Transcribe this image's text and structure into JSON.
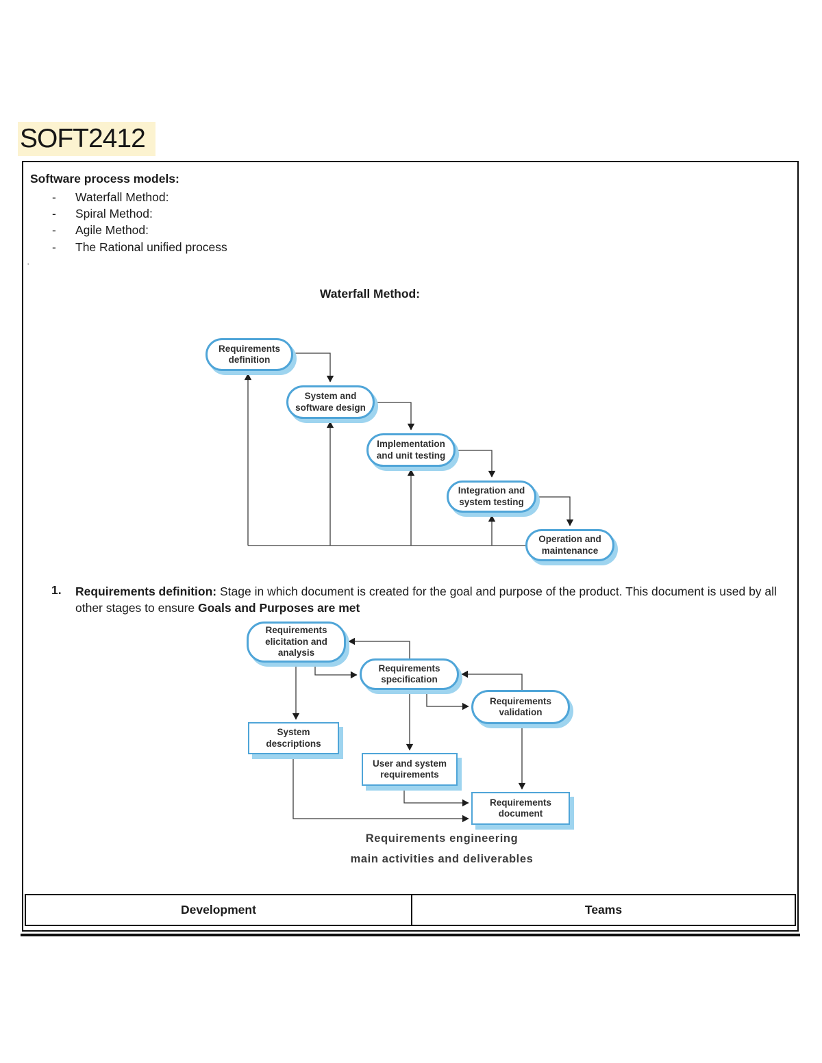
{
  "header": {
    "course_code": "SOFT2412",
    "highlight_color": "#fcf3d0"
  },
  "notes": {
    "heading": "Software process models:",
    "bullet_char": "-",
    "bullets": [
      "Waterfall Method:",
      "Spiral Method:",
      "Agile Method:",
      "The Rational unified process"
    ],
    "stray_mark": "'"
  },
  "waterfall": {
    "title": "Waterfall Method:",
    "stages": [
      "Requirements definition",
      "System and software design",
      "Implementation and unit testing",
      "Integration and system testing",
      "Operation and maintenance"
    ]
  },
  "item1": {
    "number": "1.",
    "bold_lead": "Requirements definition:",
    "line1_rest": " Stage in which document is created for the goal and purpose of the product. This document is used by all",
    "line2_prefix": "other stages to ensure ",
    "bold_tail": "Goals and Purposes are met"
  },
  "requirements_engineering": {
    "activities": [
      "Requirements elicitation and analysis",
      "Requirements specification",
      "Requirements validation"
    ],
    "deliverables": [
      "System descriptions",
      "User and system requirements",
      "Requirements document"
    ],
    "caption_line1": "Requirements engineering",
    "caption_line2": "main activities and deliverables"
  },
  "table": {
    "headers": [
      "Development",
      "Teams"
    ]
  },
  "colors": {
    "box_border": "#4fa5d8",
    "box_shadow": "#9ed4ef",
    "line": "#3c3c3c",
    "arrow": "#1d1d1d"
  }
}
